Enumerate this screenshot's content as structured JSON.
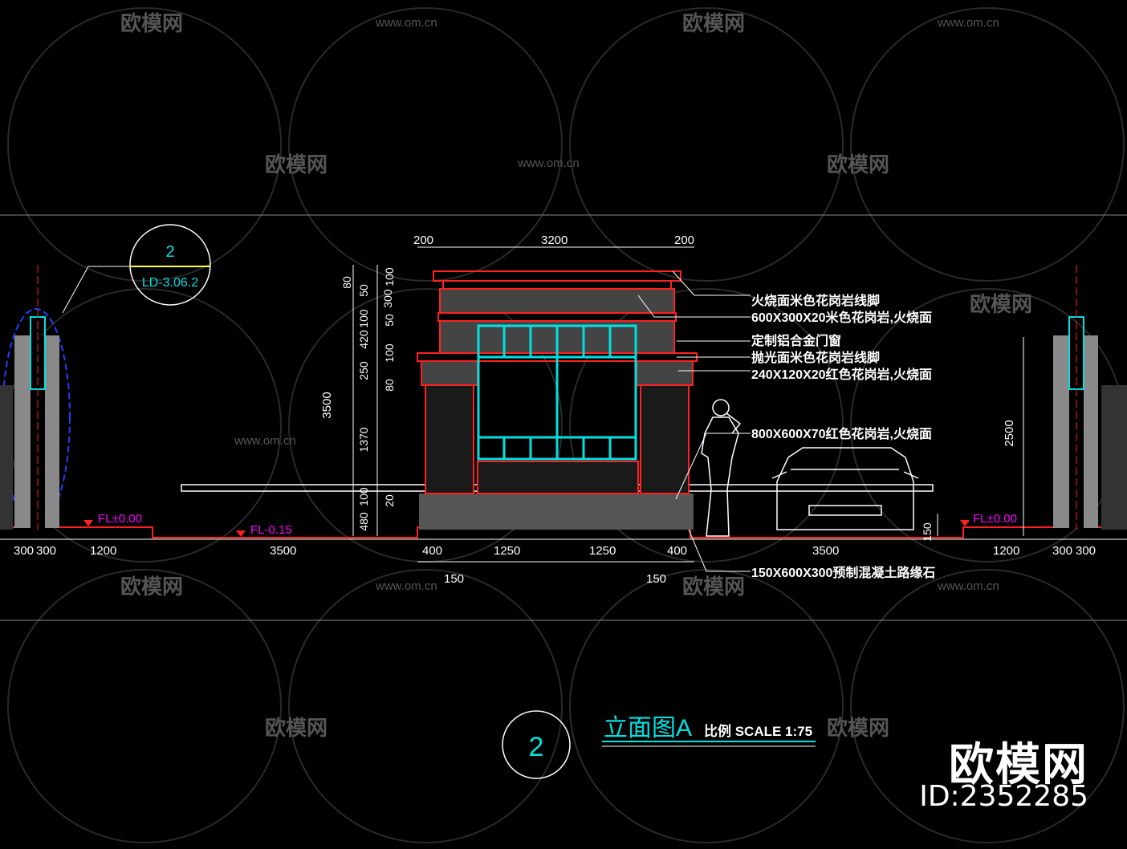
{
  "colors": {
    "background": "#000000",
    "outline": "#ff2020",
    "window": "#00e0e0",
    "dimension": "#ffffff",
    "level_mark": "#ff00ff",
    "callout": "#6d8cff"
  },
  "callout_tag": {
    "number": "2",
    "ref": "LD-3.06.2"
  },
  "watermark": {
    "brand": "欧模网",
    "url": "www.om.cn",
    "id": "ID:2352285"
  },
  "top_dims": [
    "200",
    "3200",
    "200"
  ],
  "left_dims": [
    "80",
    "50",
    "100",
    "300",
    "100",
    "50",
    "420",
    "100",
    "250",
    "80",
    "1370",
    "100",
    "20",
    "480"
  ],
  "height_total": "3500",
  "right_height": "2500",
  "curb_height": "150",
  "levels": [
    "FL±0.00",
    "FL-0.15",
    "FL±0.00"
  ],
  "bottom_dims": [
    "300",
    "300",
    "1200",
    "3500",
    "400",
    "1250",
    "1250",
    "400",
    "3500",
    "1200",
    "300",
    "300"
  ],
  "sub_dims": [
    "150",
    "150"
  ],
  "notes": [
    "火烧面米色花岗岩线脚",
    "600X300X20米色花岗岩,火烧面",
    "定制铝合金门窗",
    "抛光面米色花岗岩线脚",
    "240X120X20红色花岗岩,火烧面",
    "800X600X70红色花岗岩,火烧面",
    "150X600X300预制混凝土路缘石"
  ],
  "title": {
    "number": "2",
    "name": "立面图A",
    "scale": "比例 SCALE 1:75"
  }
}
